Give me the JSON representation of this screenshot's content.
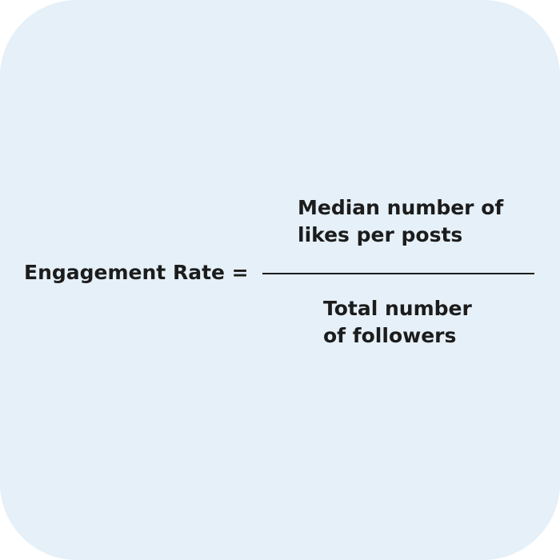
{
  "colors": {
    "card_background": "#e5f0f8",
    "text": "#1c1c1c",
    "fraction_bar": "#1c1c1c"
  },
  "formula": {
    "lhs": "Engagement Rate =",
    "numerator": {
      "lines": [
        "Median number of",
        "likes per posts"
      ]
    },
    "denominator": {
      "lines": [
        "Total number",
        "of followers"
      ]
    }
  }
}
